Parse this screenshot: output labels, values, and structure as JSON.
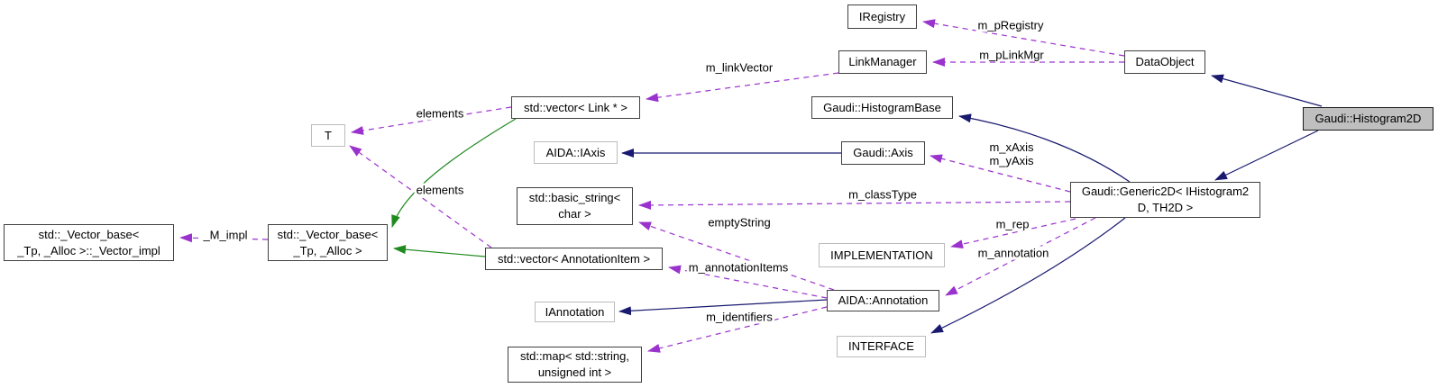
{
  "diagram": {
    "kind": "collaboration-graph",
    "selected_class": "Gaudi::Histogram2D"
  },
  "colors": {
    "inheritance_edge": "#191970",
    "usage_edge": "#9a32cd",
    "template_inheritance_edge": "#1f8a1f",
    "selected_node_fill": "#bfbfbf",
    "node_border": "#404040",
    "external_node_border": "#bcbcbc"
  },
  "nodes": [
    {
      "id": "iregistry",
      "label": "IRegistry"
    },
    {
      "id": "linkmanager",
      "label": "LinkManager"
    },
    {
      "id": "dataobject",
      "label": "DataObject"
    },
    {
      "id": "vector-link",
      "label": "std::vector< Link * >"
    },
    {
      "id": "histogrambase",
      "label": "Gaudi::HistogramBase"
    },
    {
      "id": "aida-iaxis",
      "label": "AIDA::IAxis"
    },
    {
      "id": "gaudi-axis",
      "label": "Gaudi::Axis"
    },
    {
      "id": "t",
      "label": "T"
    },
    {
      "id": "basic-string",
      "label": "std::basic_string<\nchar >"
    },
    {
      "id": "generic2d",
      "label": "Gaudi::Generic2D< IHistogram2\nD, TH2D >"
    },
    {
      "id": "histogram2d",
      "label": "Gaudi::Histogram2D"
    },
    {
      "id": "vector-impl",
      "label": "std::_Vector_base<\n_Tp, _Alloc >::_Vector_impl"
    },
    {
      "id": "vector-base",
      "label": "std::_Vector_base<\n_Tp, _Alloc >"
    },
    {
      "id": "vector-annotationitem",
      "label": "std::vector< AnnotationItem >"
    },
    {
      "id": "implementation",
      "label": "IMPLEMENTATION"
    },
    {
      "id": "aida-annotation",
      "label": "AIDA::Annotation"
    },
    {
      "id": "iannotation",
      "label": "IAnnotation"
    },
    {
      "id": "interface",
      "label": "INTERFACE"
    },
    {
      "id": "std-map",
      "label": "std::map< std::string,\nunsigned int >"
    }
  ],
  "edge_labels": [
    {
      "text": "m_pRegistry"
    },
    {
      "text": "m_pLinkMgr"
    },
    {
      "text": "m_linkVector"
    },
    {
      "text": "elements"
    },
    {
      "text": "elements"
    },
    {
      "text": "m_xAxis\nm_yAxis"
    },
    {
      "text": "m_classType"
    },
    {
      "text": "emptyString"
    },
    {
      "text": "m_rep"
    },
    {
      "text": "m_annotation"
    },
    {
      "text": "m_annotationItems"
    },
    {
      "text": "_M_impl"
    },
    {
      "text": "m_identifiers"
    }
  ]
}
